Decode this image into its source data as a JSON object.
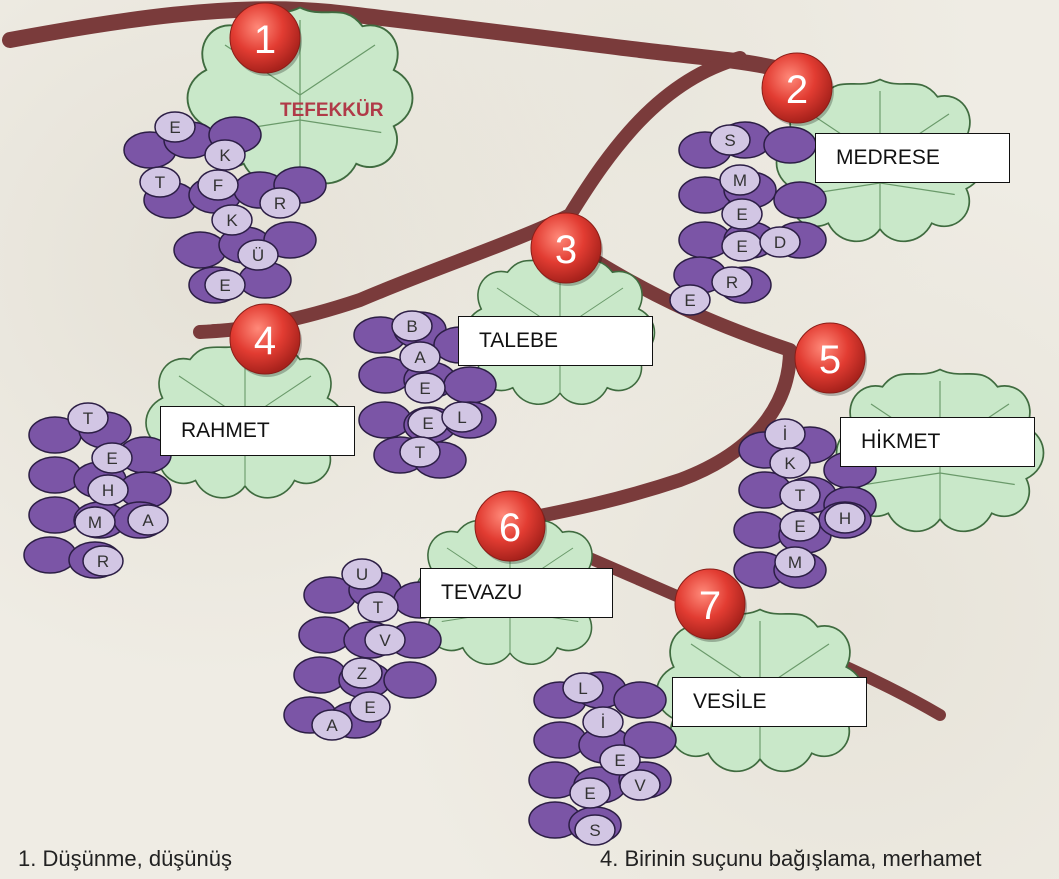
{
  "bunches": [
    {
      "number": "1",
      "label": "TEFEKKÜR",
      "answer": "",
      "letters": [
        "E",
        "K",
        "T",
        "F",
        "R",
        "K",
        "Ü",
        "E"
      ]
    },
    {
      "number": "2",
      "label": "",
      "answer": "MEDRESE",
      "letters": [
        "S",
        "M",
        "E",
        "E",
        "D",
        "R",
        "E"
      ]
    },
    {
      "number": "3",
      "label": "",
      "answer": "TALEBE",
      "letters": [
        "B",
        "A",
        "E",
        "E",
        "L",
        "T"
      ]
    },
    {
      "number": "4",
      "label": "",
      "answer": "RAHMET",
      "letters": [
        "T",
        "E",
        "H",
        "M",
        "A",
        "R"
      ]
    },
    {
      "number": "5",
      "label": "",
      "answer": "HİKMET",
      "letters": [
        "İ",
        "K",
        "T",
        "E",
        "H",
        "M"
      ]
    },
    {
      "number": "6",
      "label": "",
      "answer": "TEVAZU",
      "letters": [
        "U",
        "T",
        "V",
        "Z",
        "E",
        "A"
      ]
    },
    {
      "number": "7",
      "label": "",
      "answer": "VESİLE",
      "letters": [
        "L",
        "İ",
        "E",
        "E",
        "V",
        "S"
      ]
    }
  ],
  "clues": {
    "left": "1. Düşünme, düşünüş",
    "right": "4. Birinin suçunu bağışlama, merhamet"
  },
  "colors": {
    "grape": "#7b55a6",
    "grape_light": "#d2c6e4",
    "leaf": "#c9e8c9",
    "vine": "#7a3b3b",
    "badge": "#e23c32"
  }
}
